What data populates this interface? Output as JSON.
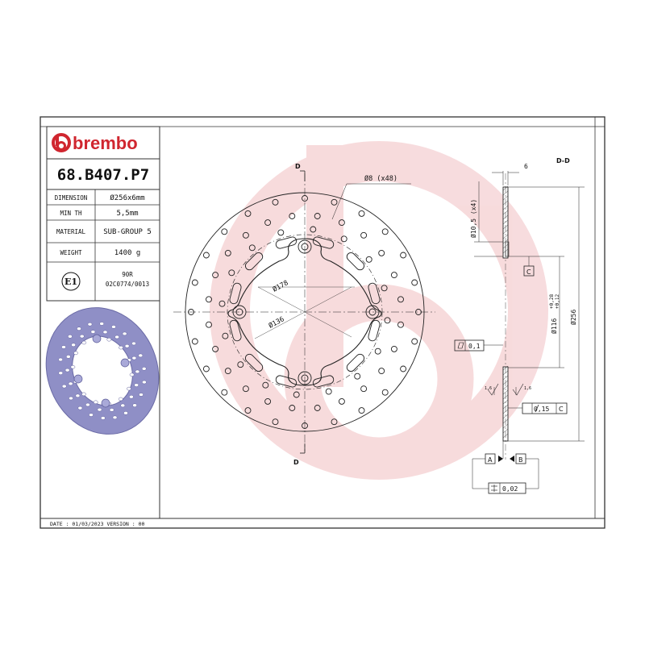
{
  "brand": {
    "name": "brembo",
    "color": "#d0262f"
  },
  "part_number": "68.B407.P7",
  "specs": [
    {
      "label": "DIMENSION",
      "value": "Ø256x6mm"
    },
    {
      "label": "MIN TH",
      "value": "5,5mm"
    },
    {
      "label": "MATERIAL",
      "value": "SUB-GROUP 5"
    },
    {
      "label": "WEIGHT",
      "value": "1400 g"
    }
  ],
  "homologation": {
    "mark": "E1",
    "line1": "90R",
    "line2": "02C0774/0013"
  },
  "footer": {
    "date_label": "DATE : 01/03/2023 VERSION : 00"
  },
  "drawing": {
    "section_marker": "D",
    "section_title": "D-D",
    "holes_label": "Ø8 (x48)",
    "dia_inner_ring": "Ø178",
    "dia_bolt_circle": "Ø136",
    "thickness": "6",
    "mount_holes": "Ø10,5 (x4)",
    "hub_dia": "Ø116",
    "hub_tol_upper": "+0,28",
    "hub_tol_lower": "+0,12",
    "outer_dia": "Ø256",
    "datum_c": "C",
    "flatness_value": "0,1",
    "runout_value": "0,15",
    "runout_datum": "C",
    "roughness": "1,6",
    "datum_a": "A",
    "datum_b": "B",
    "parallelism_value": "0,02"
  },
  "colors": {
    "line": "#222222",
    "frame": "#333333",
    "disc_fill": "#8f8fc6",
    "watermark": "#d0262f"
  }
}
